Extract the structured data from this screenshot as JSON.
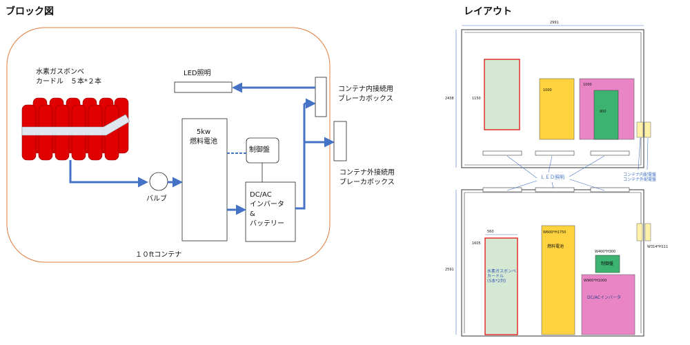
{
  "block_diagram": {
    "title": "ブロック図",
    "cylinder_label": "水素ガスボンベ\nカードル　５本*２本",
    "led": "LED照明",
    "fuel_cell": "5kw\n燃料電池",
    "controller": "制御盤",
    "inverter": "DC/AC\nインバータ\n&\nバッテリー",
    "valve": "バルブ",
    "breaker_in": "コンテナ内接続用\nブレーカボックス",
    "breaker_out": "コンテナ外接続用\nブレーカボックス",
    "container": "１０ftコンテナ"
  },
  "layout": {
    "title": "レイアウト",
    "top_view": {
      "width_dim": "2991",
      "depth_dim": "2438",
      "cylinder_dim": "1150",
      "fuel_cell_dim": "1000",
      "inverter_dim": "1000",
      "controller_dim": "900"
    },
    "led_label": "ＬＥＤ照明",
    "panel_labels": "コンテナ内配電盤\nコンテナ外配電盤",
    "side_view": {
      "height_dim": "2591",
      "cylinder_width_dim": "560",
      "cylinder_height_dim": "1605",
      "cylinder_label": "水素ガスボンベ\nカードル\n(5本*2列)",
      "fuel_cell_size": "W600*H1750",
      "fuel_cell_label": "燃料電池",
      "controller_size": "W400*H300",
      "controller_label": "制御盤",
      "inverter_size": "W900*H1000",
      "inverter_label": "DC/ACインバータ",
      "panel_size": "W314*H111"
    }
  },
  "colors": {
    "arrow": "#4472c4",
    "container_outline": "#e07b3a",
    "cylinder": "#e00000",
    "green_fill": "#d5e8d4",
    "yellow_fill": "#ffd23f",
    "pink_fill": "#e985c4",
    "controller_green": "#3cb371",
    "panel_yellow": "#fff2a8"
  }
}
